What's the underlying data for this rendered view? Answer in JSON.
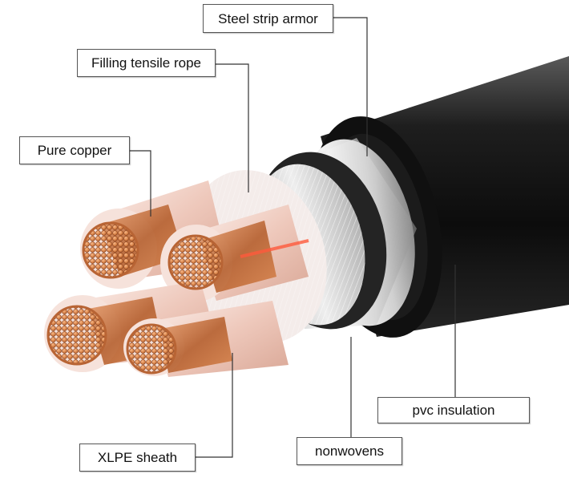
{
  "labels": {
    "steel_strip_armor": "Steel strip armor",
    "filling_tensile_rope": "Filling tensile rope",
    "pure_copper": "Pure copper",
    "pvc_insulation": "pvc insulation",
    "nonwovens": "nonwovens",
    "xlpe_sheath": "XLPE sheath"
  },
  "colors": {
    "outer_jacket": "#141414",
    "steel_armor": "#d7d7d7",
    "nonwoven_band": "#2a2a2a",
    "filler": "#ece3e0",
    "xlpe": "#f1d9d2",
    "copper": "#d9844a",
    "copper_dark": "#a55428",
    "leader_line": "#333333"
  }
}
